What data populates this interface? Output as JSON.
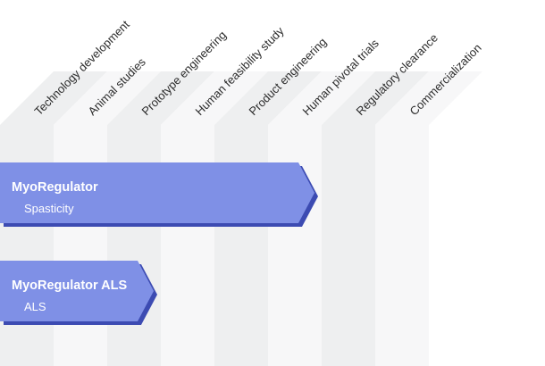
{
  "stages": [
    {
      "label": "Technology development"
    },
    {
      "label": "Animal studies"
    },
    {
      "label": "Prototype engineering"
    },
    {
      "label": "Human feasibility study"
    },
    {
      "label": "Product engineering"
    },
    {
      "label": "Human pivotal trials"
    },
    {
      "label": "Regulatory clearance"
    },
    {
      "label": "Commercialization"
    }
  ],
  "programs": [
    {
      "name": "MyoRegulator",
      "indication": "Spasticity",
      "stages_completed": 6
    },
    {
      "name": "MyoRegulator ALS",
      "indication": "ALS",
      "stages_completed": 3
    }
  ],
  "colors": {
    "column_dark": "#eeeff0",
    "column_light": "#f7f7f8",
    "bar_fill": "#7f90e6",
    "bar_shadow": "#3c4bb2",
    "label_text": "#2b2b2b"
  }
}
